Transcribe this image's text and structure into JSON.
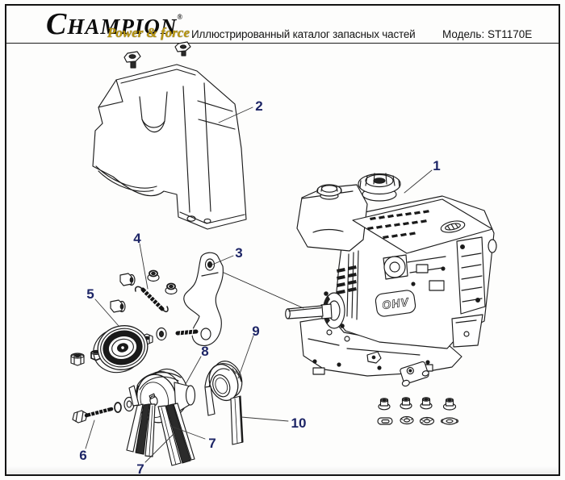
{
  "header": {
    "brand": "CHAMPION",
    "registered_mark": "®",
    "tagline": "Power & force",
    "title": "Иллюстрированный каталог запасных частей",
    "model": "Модель: ST1170E"
  },
  "colors": {
    "brand_gold": "#b8950c",
    "callout_navy": "#1d2566",
    "line_black": "#1c1c1c"
  },
  "engine": {
    "ohv_label": "OHV"
  },
  "callouts": [
    {
      "text": "1"
    },
    {
      "text": "2"
    },
    {
      "text": "3"
    },
    {
      "text": "4"
    },
    {
      "text": "5"
    },
    {
      "text": "6"
    },
    {
      "text": "7"
    },
    {
      "text": "7"
    },
    {
      "text": "8"
    },
    {
      "text": "9"
    },
    {
      "text": "10"
    }
  ]
}
